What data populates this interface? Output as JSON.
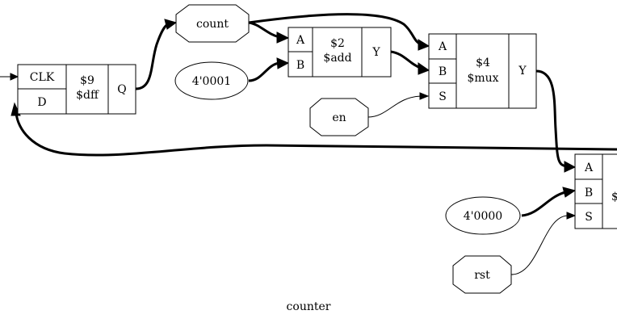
{
  "title": "counter",
  "cells": {
    "dff": {
      "ports_in": [
        "CLK",
        "D"
      ],
      "id": "$9",
      "type": "$dff",
      "port_out": "Q"
    },
    "add": {
      "ports_in": [
        "A",
        "B"
      ],
      "id": "$2",
      "type": "$add",
      "port_out": "Y"
    },
    "mux4": {
      "ports_in": [
        "A",
        "B",
        "S"
      ],
      "id": "$4",
      "type": "$mux",
      "port_out": "Y"
    },
    "mux_rst": {
      "ports_in": [
        "A",
        "B",
        "S"
      ],
      "id_partial": "$"
    }
  },
  "nodes": {
    "count": "count",
    "const1": "4'0001",
    "en": "en",
    "const0": "4'0000",
    "rst": "rst"
  }
}
